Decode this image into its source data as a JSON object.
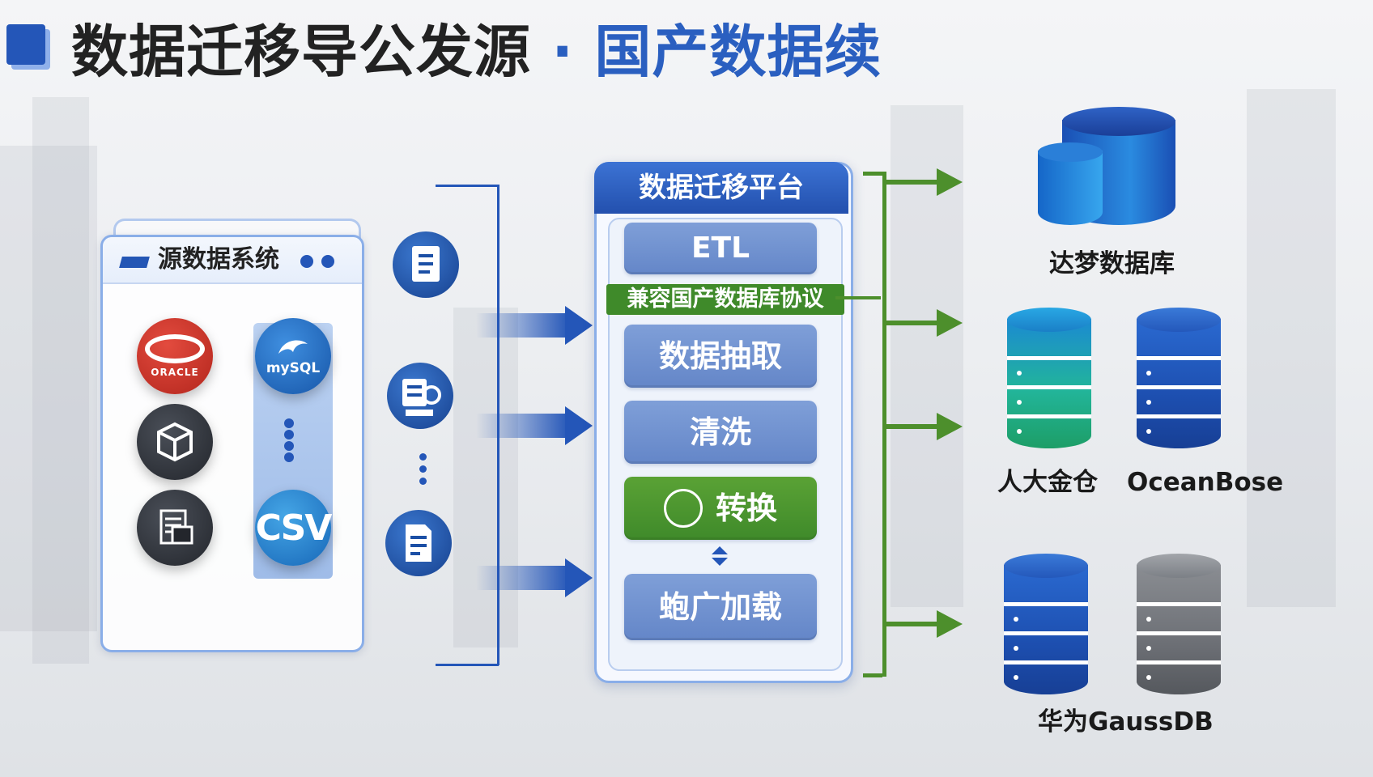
{
  "title": {
    "part1": "数据迁移导公发源",
    "separator": "·",
    "part2": "国产数据续"
  },
  "source_panel": {
    "title": "源数据系统",
    "logos": {
      "oracle": "ORACLE",
      "mysql": "mySQL",
      "csv": "CSV"
    }
  },
  "platform": {
    "title": "数据迁移平台",
    "etl": "ETL",
    "compat": "兼容国产数据库协议",
    "steps": [
      "数据抽取",
      "清洗",
      "转换",
      "蚫广加载"
    ]
  },
  "targets": {
    "dameng": "达梦数据库",
    "kingbase": "人大金仓",
    "oceanbase": "OceanBose",
    "gaussdb": "华为GaussDB"
  },
  "colors": {
    "brand_blue": "#2456b8",
    "accent_green": "#4d8f2c",
    "oracle_red": "#c8322a"
  }
}
